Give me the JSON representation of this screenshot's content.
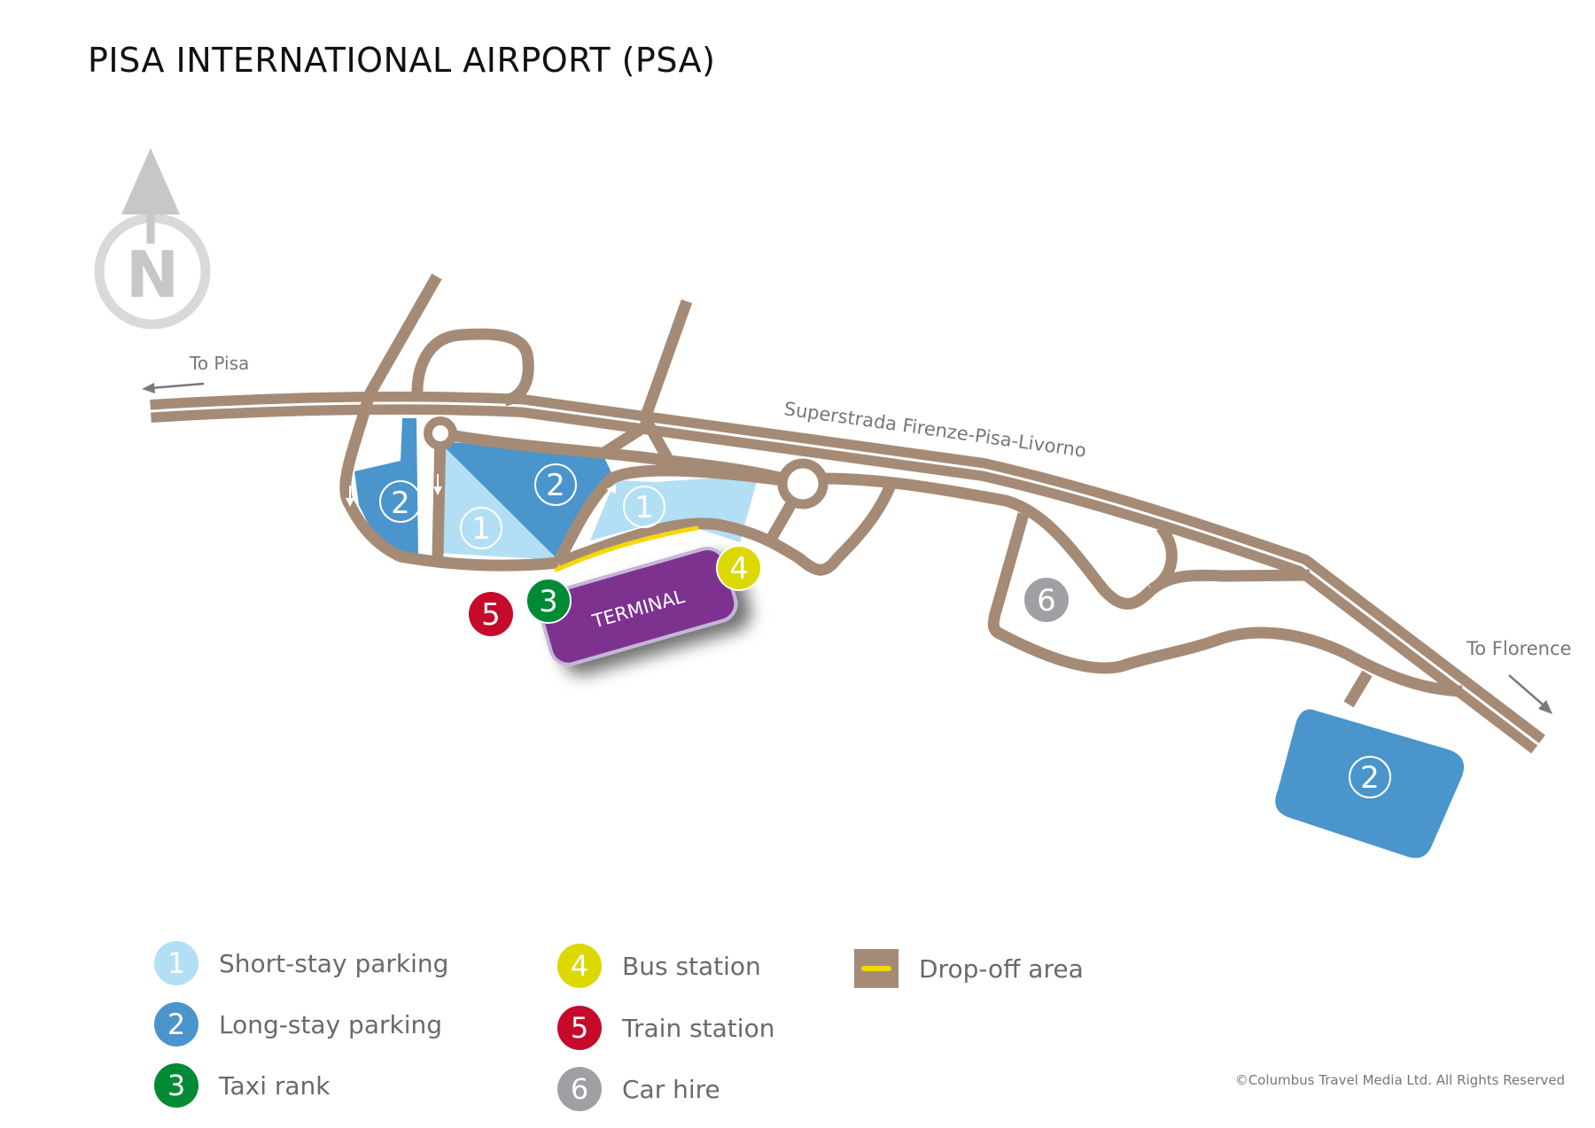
{
  "title": "PISA INTERNATIONAL AIRPORT (PSA)",
  "map": {
    "compass_letter": "N",
    "labels": {
      "to_pisa": "To Pisa",
      "to_florence": "To Florence",
      "highway": "Superstrada Firenze-Pisa-Livorno",
      "terminal": "TERMINAL"
    },
    "markers": {
      "short_stay": "1",
      "long_stay": "2",
      "taxi": "3",
      "bus": "4",
      "train": "5",
      "car_hire": "6"
    }
  },
  "legend": [
    {
      "number": "1",
      "label": "Short-stay parking",
      "color": "#b3dff5",
      "icon": "short-stay-parking-icon"
    },
    {
      "number": "2",
      "label": "Long-stay parking",
      "color": "#4a95cc",
      "icon": "long-stay-parking-icon"
    },
    {
      "number": "3",
      "label": "Taxi rank",
      "color": "#008a36",
      "icon": "taxi-rank-icon"
    },
    {
      "number": "4",
      "label": "Bus station",
      "color": "#dcd800",
      "icon": "bus-station-icon"
    },
    {
      "number": "5",
      "label": "Train station",
      "color": "#c50a2c",
      "icon": "train-station-icon"
    },
    {
      "number": "6",
      "label": "Car hire",
      "color": "#9ea0a3",
      "icon": "car-hire-icon"
    }
  ],
  "legend_dropoff": {
    "label": "Drop-off area",
    "road_color": "#a58b76",
    "line_color": "#f6d800"
  },
  "copyright": "©Columbus Travel Media Ltd. All Rights Reserved"
}
